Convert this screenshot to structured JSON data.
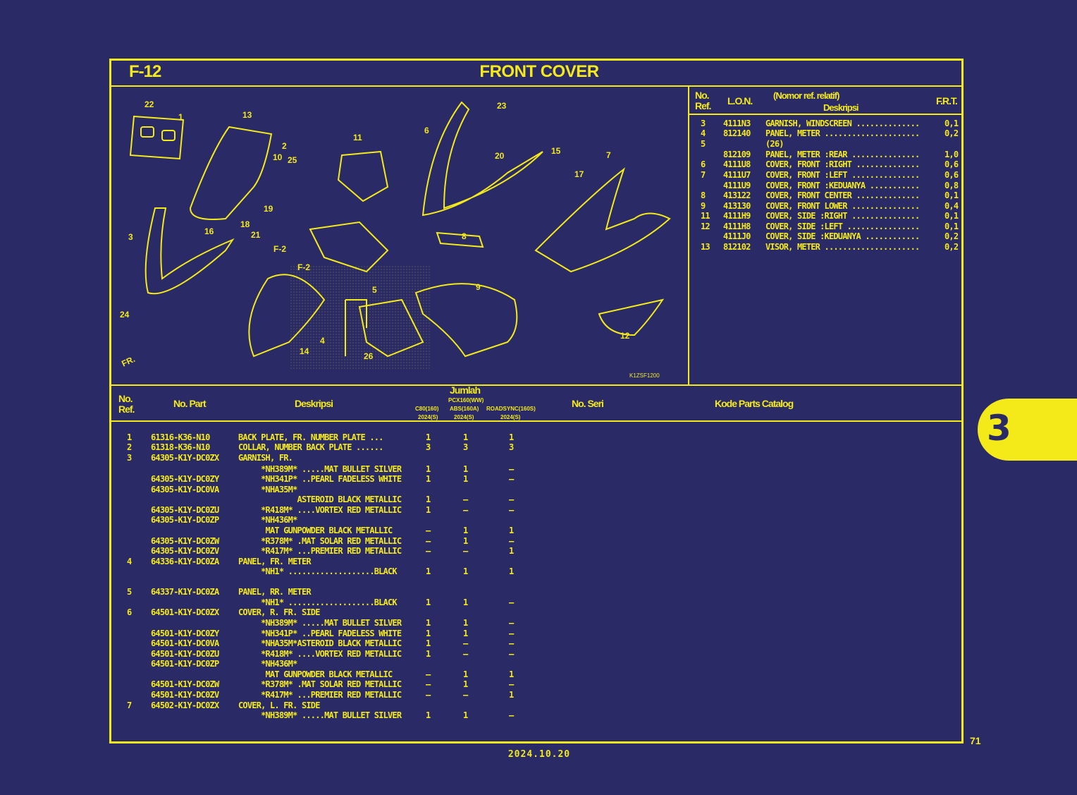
{
  "header": {
    "code": "F-12",
    "title": "FRONT COVER"
  },
  "ref_table": {
    "headers": {
      "no_ref": "No.\nRef.",
      "lon": "L.O.N.",
      "nomor": "(Nomor ref. relatif)",
      "deskripsi": "Deskripsi",
      "frt": "F.R.T."
    },
    "rows": [
      {
        "ref": "3",
        "lon": "4111N3",
        "desc": "GARNISH, WINDSCREEN ..............",
        "frt": "0,1"
      },
      {
        "ref": "4",
        "lon": "812140",
        "desc": "PANEL, METER .....................",
        "frt": "0,2"
      },
      {
        "ref": "5",
        "lon": "",
        "desc": "(26)",
        "frt": ""
      },
      {
        "ref": "",
        "lon": "812109",
        "desc": "PANEL, METER :REAR ...............",
        "frt": "1,0"
      },
      {
        "ref": "6",
        "lon": "4111U8",
        "desc": "COVER, FRONT :RIGHT ..............",
        "frt": "0,6"
      },
      {
        "ref": "7",
        "lon": "4111U7",
        "desc": "COVER, FRONT :LEFT ...............",
        "frt": "0,6"
      },
      {
        "ref": "",
        "lon": "4111U9",
        "desc": "COVER, FRONT :KEDUANYA ...........",
        "frt": "0,8"
      },
      {
        "ref": "8",
        "lon": "413122",
        "desc": "COVER, FRONT CENTER ..............",
        "frt": "0,1"
      },
      {
        "ref": "9",
        "lon": "413130",
        "desc": "COVER, FRONT LOWER ...............",
        "frt": "0,4"
      },
      {
        "ref": "11",
        "lon": "4111H9",
        "desc": "COVER, SIDE :RIGHT ...............",
        "frt": "0,1"
      },
      {
        "ref": "12",
        "lon": "4111H8",
        "desc": "COVER, SIDE :LEFT ................",
        "frt": "0,1"
      },
      {
        "ref": "",
        "lon": "4111J0",
        "desc": "COVER, SIDE :KEDUANYA ............",
        "frt": "0,2"
      },
      {
        "ref": "13",
        "lon": "812102",
        "desc": "VISOR, METER .....................",
        "frt": "0,2"
      }
    ]
  },
  "diagram": {
    "callouts": [
      "1",
      "2",
      "3",
      "4",
      "5",
      "6",
      "7",
      "8",
      "9",
      "10",
      "11",
      "12",
      "13",
      "14",
      "15",
      "16",
      "17",
      "18",
      "19",
      "20",
      "21",
      "22",
      "23",
      "24",
      "25",
      "26"
    ],
    "ref_labels": [
      "F-2",
      "F-2"
    ],
    "forward_arrow": "FR.",
    "drawing_code": "K1ZSF1200"
  },
  "parts_table": {
    "headers": {
      "no_ref": "No.\nRef.",
      "no_part": "No. Part",
      "deskripsi": "Deskripsi",
      "jumlah": "Jumlah",
      "col1_top": "",
      "col1": "C80(160)",
      "col1_sub": "2024(S)",
      "col2_top": "PCX160(WW)",
      "col2": "ABS(160A)",
      "col2_sub": "2024(S)",
      "col3_top": "",
      "col3": "ROADSYNC(160S)",
      "col3_sub": "2024(S)",
      "no_seri": "No. Seri",
      "kode": "Kode Parts Catalog"
    },
    "rows": [
      {
        "ref": "1",
        "part": "61316-K36-N10",
        "desc": "BACK PLATE, FR. NUMBER PLATE ...",
        "q1": "1",
        "q2": "1",
        "q3": "1"
      },
      {
        "ref": "2",
        "part": "61318-K36-N10",
        "desc": "COLLAR, NUMBER BACK PLATE ......",
        "q1": "3",
        "q2": "3",
        "q3": "3"
      },
      {
        "ref": "3",
        "part": "64305-K1Y-DC0ZX",
        "desc": "GARNISH, FR.",
        "q1": "",
        "q2": "",
        "q3": ""
      },
      {
        "ref": "",
        "part": "",
        "desc": "     *NH389M* .....MAT BULLET SILVER",
        "q1": "1",
        "q2": "1",
        "q3": "–"
      },
      {
        "ref": "",
        "part": "64305-K1Y-DC0ZY",
        "desc": "     *NH341P* ..PEARL FADELESS WHITE",
        "q1": "1",
        "q2": "1",
        "q3": "–"
      },
      {
        "ref": "",
        "part": "64305-K1Y-DC0VA",
        "desc": "     *NHA35M*",
        "q1": "",
        "q2": "",
        "q3": ""
      },
      {
        "ref": "",
        "part": "",
        "desc": "             ASTEROID BLACK METALLIC",
        "q1": "1",
        "q2": "–",
        "q3": "–"
      },
      {
        "ref": "",
        "part": "64305-K1Y-DC0ZU",
        "desc": "     *R418M* ....VORTEX RED METALLIC",
        "q1": "1",
        "q2": "–",
        "q3": "–"
      },
      {
        "ref": "",
        "part": "64305-K1Y-DC0ZP",
        "desc": "     *NH436M*",
        "q1": "",
        "q2": "",
        "q3": ""
      },
      {
        "ref": "",
        "part": "",
        "desc": "      MAT GUNPOWDER BLACK METALLIC",
        "q1": "–",
        "q2": "1",
        "q3": "1"
      },
      {
        "ref": "",
        "part": "64305-K1Y-DC0ZW",
        "desc": "     *R378M* .MAT SOLAR RED METALLIC",
        "q1": "–",
        "q2": "1",
        "q3": "–"
      },
      {
        "ref": "",
        "part": "64305-K1Y-DC0ZV",
        "desc": "     *R417M* ...PREMIER RED METALLIC",
        "q1": "–",
        "q2": "–",
        "q3": "1"
      },
      {
        "ref": "4",
        "part": "64336-K1Y-DC0ZA",
        "desc": "PANEL, FR. METER",
        "q1": "",
        "q2": "",
        "q3": ""
      },
      {
        "ref": "",
        "part": "",
        "desc": "     *NH1* ...................BLACK",
        "q1": "1",
        "q2": "1",
        "q3": "1"
      },
      {
        "ref": "5",
        "part": "64337-K1Y-DC0ZA",
        "desc": "PANEL, RR. METER",
        "q1": "",
        "q2": "",
        "q3": ""
      },
      {
        "ref": "",
        "part": "",
        "desc": "     *NH1* ...................BLACK",
        "q1": "1",
        "q2": "1",
        "q3": "–"
      },
      {
        "ref": "6",
        "part": "64501-K1Y-DC0ZX",
        "desc": "COVER, R. FR. SIDE",
        "q1": "",
        "q2": "",
        "q3": ""
      },
      {
        "ref": "",
        "part": "",
        "desc": "     *NH389M* .....MAT BULLET SILVER",
        "q1": "1",
        "q2": "1",
        "q3": "–"
      },
      {
        "ref": "",
        "part": "64501-K1Y-DC0ZY",
        "desc": "     *NH341P* ..PEARL FADELESS WHITE",
        "q1": "1",
        "q2": "1",
        "q3": "–"
      },
      {
        "ref": "",
        "part": "64501-K1Y-DC0VA",
        "desc": "     *NHA35M*ASTEROID BLACK METALLIC",
        "q1": "1",
        "q2": "–",
        "q3": "–"
      },
      {
        "ref": "",
        "part": "64501-K1Y-DC0ZU",
        "desc": "     *R418M* ....VORTEX RED METALLIC",
        "q1": "1",
        "q2": "–",
        "q3": "–"
      },
      {
        "ref": "",
        "part": "64501-K1Y-DC0ZP",
        "desc": "     *NH436M*",
        "q1": "",
        "q2": "",
        "q3": ""
      },
      {
        "ref": "",
        "part": "",
        "desc": "      MAT GUNPOWDER BLACK METALLIC",
        "q1": "–",
        "q2": "1",
        "q3": "1"
      },
      {
        "ref": "",
        "part": "64501-K1Y-DC0ZW",
        "desc": "     *R378M* .MAT SOLAR RED METALLIC",
        "q1": "–",
        "q2": "1",
        "q3": "–"
      },
      {
        "ref": "",
        "part": "64501-K1Y-DC0ZV",
        "desc": "     *R417M* ...PREMIER RED METALLIC",
        "q1": "–",
        "q2": "–",
        "q3": "1"
      },
      {
        "ref": "7",
        "part": "64502-K1Y-DC0ZX",
        "desc": "COVER, L. FR. SIDE",
        "q1": "",
        "q2": "",
        "q3": ""
      },
      {
        "ref": "",
        "part": "",
        "desc": "     *NH389M* .....MAT BULLET SILVER",
        "q1": "1",
        "q2": "1",
        "q3": "–"
      }
    ]
  },
  "section_tab": "3",
  "page_number": "71",
  "footer_date": "2024.10.20",
  "colors": {
    "background": "#2a2a66",
    "foreground": "#f4ea1a"
  }
}
